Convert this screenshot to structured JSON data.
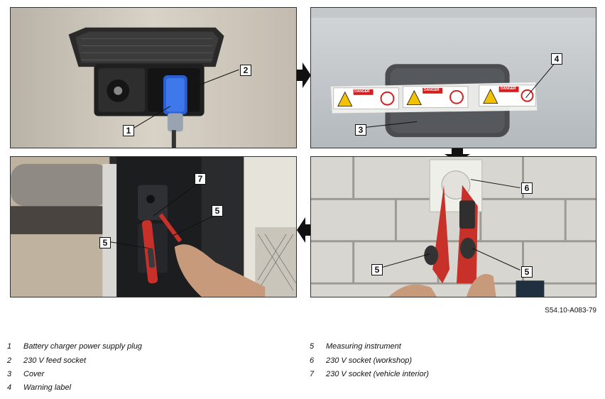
{
  "figure_id": "S54.10-A083-79",
  "callouts": {
    "p1": [
      "1",
      "2"
    ],
    "p2": [
      "3",
      "4"
    ],
    "p3": [
      "5",
      "5",
      "7"
    ],
    "p4": [
      "5",
      "5",
      "6"
    ]
  },
  "warning_label": {
    "danger_text": "DANGER"
  },
  "legend": {
    "left": [
      {
        "num": "1",
        "text": "Battery charger power supply plug"
      },
      {
        "num": "2",
        "text": "230 V feed socket"
      },
      {
        "num": "3",
        "text": "Cover"
      },
      {
        "num": "4",
        "text": "Warning label"
      }
    ],
    "right": [
      {
        "num": "5",
        "text": "Measuring instrument"
      },
      {
        "num": "6",
        "text": "230 V socket (workshop)"
      },
      {
        "num": "7",
        "text": "230 V socket (vehicle interior)"
      }
    ]
  },
  "colors": {
    "arrow": "#111111",
    "plug_blue": "#2b5fd0",
    "tester_red": "#c8302a"
  }
}
